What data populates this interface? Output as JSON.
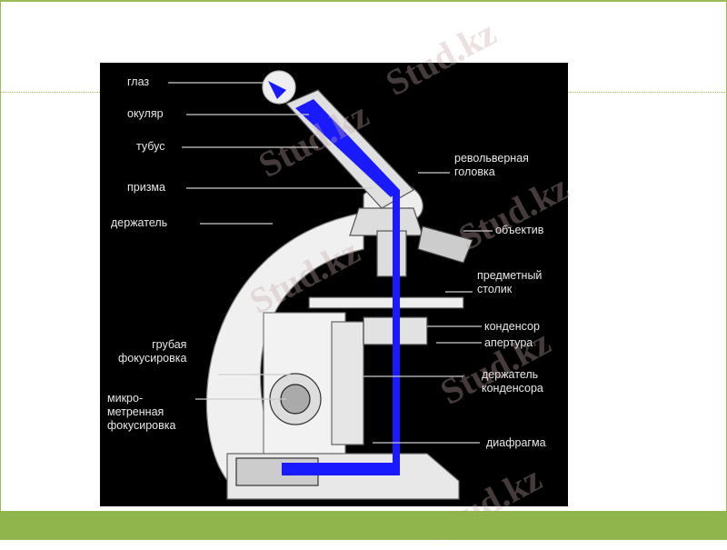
{
  "diagram": {
    "labels": {
      "eye": "глаз",
      "eyepiece": "окуляр",
      "tube": "тубус",
      "prism": "призма",
      "arm": "держатель",
      "coarse_focus": "грубая\nфокусировка",
      "fine_focus": "микро-\nметренная\nфокусировка",
      "nosepiece": "револьверная\nголовка",
      "objective": "объектив",
      "stage": "предметный\nстолик",
      "condenser": "конденсор",
      "aperture": "апертура",
      "condenser_holder": "держатель\nконденсора",
      "diaphragm": "диафрагма"
    },
    "light_path_color": "#1a1aff"
  },
  "watermark": "Stud.kz",
  "colors": {
    "accent": "#9bbb59",
    "bar": "#8fb54c"
  }
}
